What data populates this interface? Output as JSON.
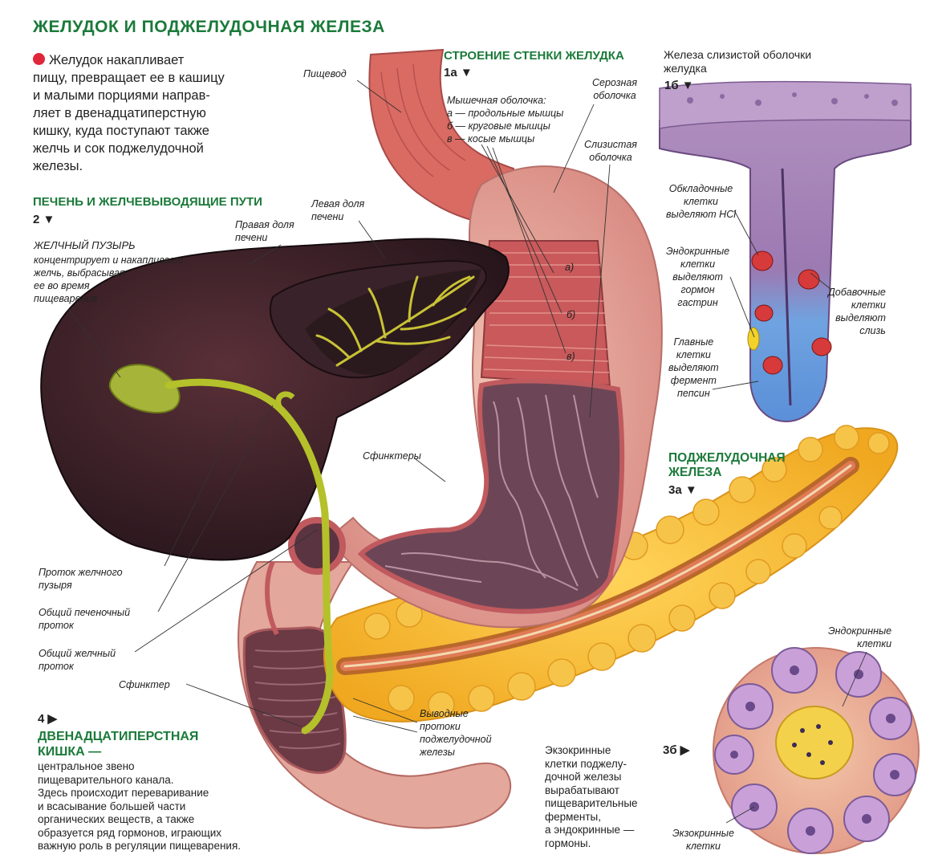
{
  "title": "ЖЕЛУДОК И ПОДЖЕЛУДОЧНАЯ ЖЕЛЕЗА",
  "intro": "Желудок накапливает\nпищу, превращает ее в кашицу\nи малыми порциями направ-\nляет в двенадцатиперстную\nкишку, куда поступают также\nжелчь и сок поджелудочной\nжелезы.",
  "sections": {
    "liver": {
      "heading": "ПЕЧЕНЬ И ЖЕЛЧЕВЫВОДЯЩИЕ ПУТИ",
      "number": "2 ▼"
    },
    "stomach_wall": {
      "heading": "СТРОЕНИЕ СТЕНКИ ЖЕЛУДКА",
      "number": "1а ▼"
    },
    "gland": {
      "heading": "Железа слизистой оболочки\nжелудка",
      "number": "1б ▼"
    },
    "pancreas": {
      "heading": "ПОДЖЕЛУДОЧНАЯ\nЖЕЛЕЗА",
      "number": "3а ▼"
    },
    "duodenum": {
      "number": "4 ▶",
      "heading": "ДВЕНАДЦАТИПЕРСТНАЯ\nКИШКА —",
      "text": "центральное звено\nпищеварительного канала.\nЗдесь происходит переваривание\nи всасывание большей части\nорганических веществ, а также\nобразуется ряд гормонов, играющих\nважную роль в регуляции пищеварения."
    },
    "islet": {
      "number": "3б ▶"
    }
  },
  "labels": {
    "esophagus": "Пищевод",
    "serosa": "Серозная\nоболочка",
    "muscular": "Мышечная оболочка:\nа — продольные мышцы\nб — круговые мышцы\nв — косые мышцы",
    "mucosa": "Слизистая\nоболочка",
    "left_lobe": "Левая доля\nпечени",
    "right_lobe": "Правая доля\nпечени",
    "gallbladder_title": "ЖЕЛЧНЫЙ ПУЗЫРЬ",
    "gallbladder_text": "концентрирует и накапливает\nжелчь, выбрасывая\nее во время\nпищеварения",
    "layer_a": "а)",
    "layer_b": "б)",
    "layer_c": "в)",
    "sphincters": "Сфинктеры",
    "cystic_duct": "Проток желчного\nпузыря",
    "hepatic_duct": "Общий печеночный\nпроток",
    "bile_duct": "Общий желчный\nпроток",
    "sphincter": "Сфинктер",
    "pancreatic_ducts": "Выводные\nпротоки\nподжелудочной\nжелезы",
    "parietal": "Обкладочные\nклетки\nвыделяют HCl",
    "endocrine_g": "Эндокринные\nклетки\nвыделяют\nгормон\nгастрин",
    "chief": "Главные\nклетки\nвыделяют\nфермент\nпепсин",
    "accessory": "Добавочные\nклетки\nвыделяют\nслизь",
    "endocrine_cells": "Эндокринные\nклетки",
    "exocrine_cells": "Экзокринные\nклетки",
    "exocrine_text": "Экзокринные\nклетки поджелу-\nдочной железы\nвырабатывают\nпищеварительные\nферменты,\nа эндокринные —\nгормоны."
  },
  "colors": {
    "heading_green": "#1b7a3a",
    "bullet_red": "#e0263a",
    "liver": "#3a1f24",
    "stomach": "#c9595b",
    "pancreas": "#f2b431",
    "bile": "#b5c12a"
  }
}
